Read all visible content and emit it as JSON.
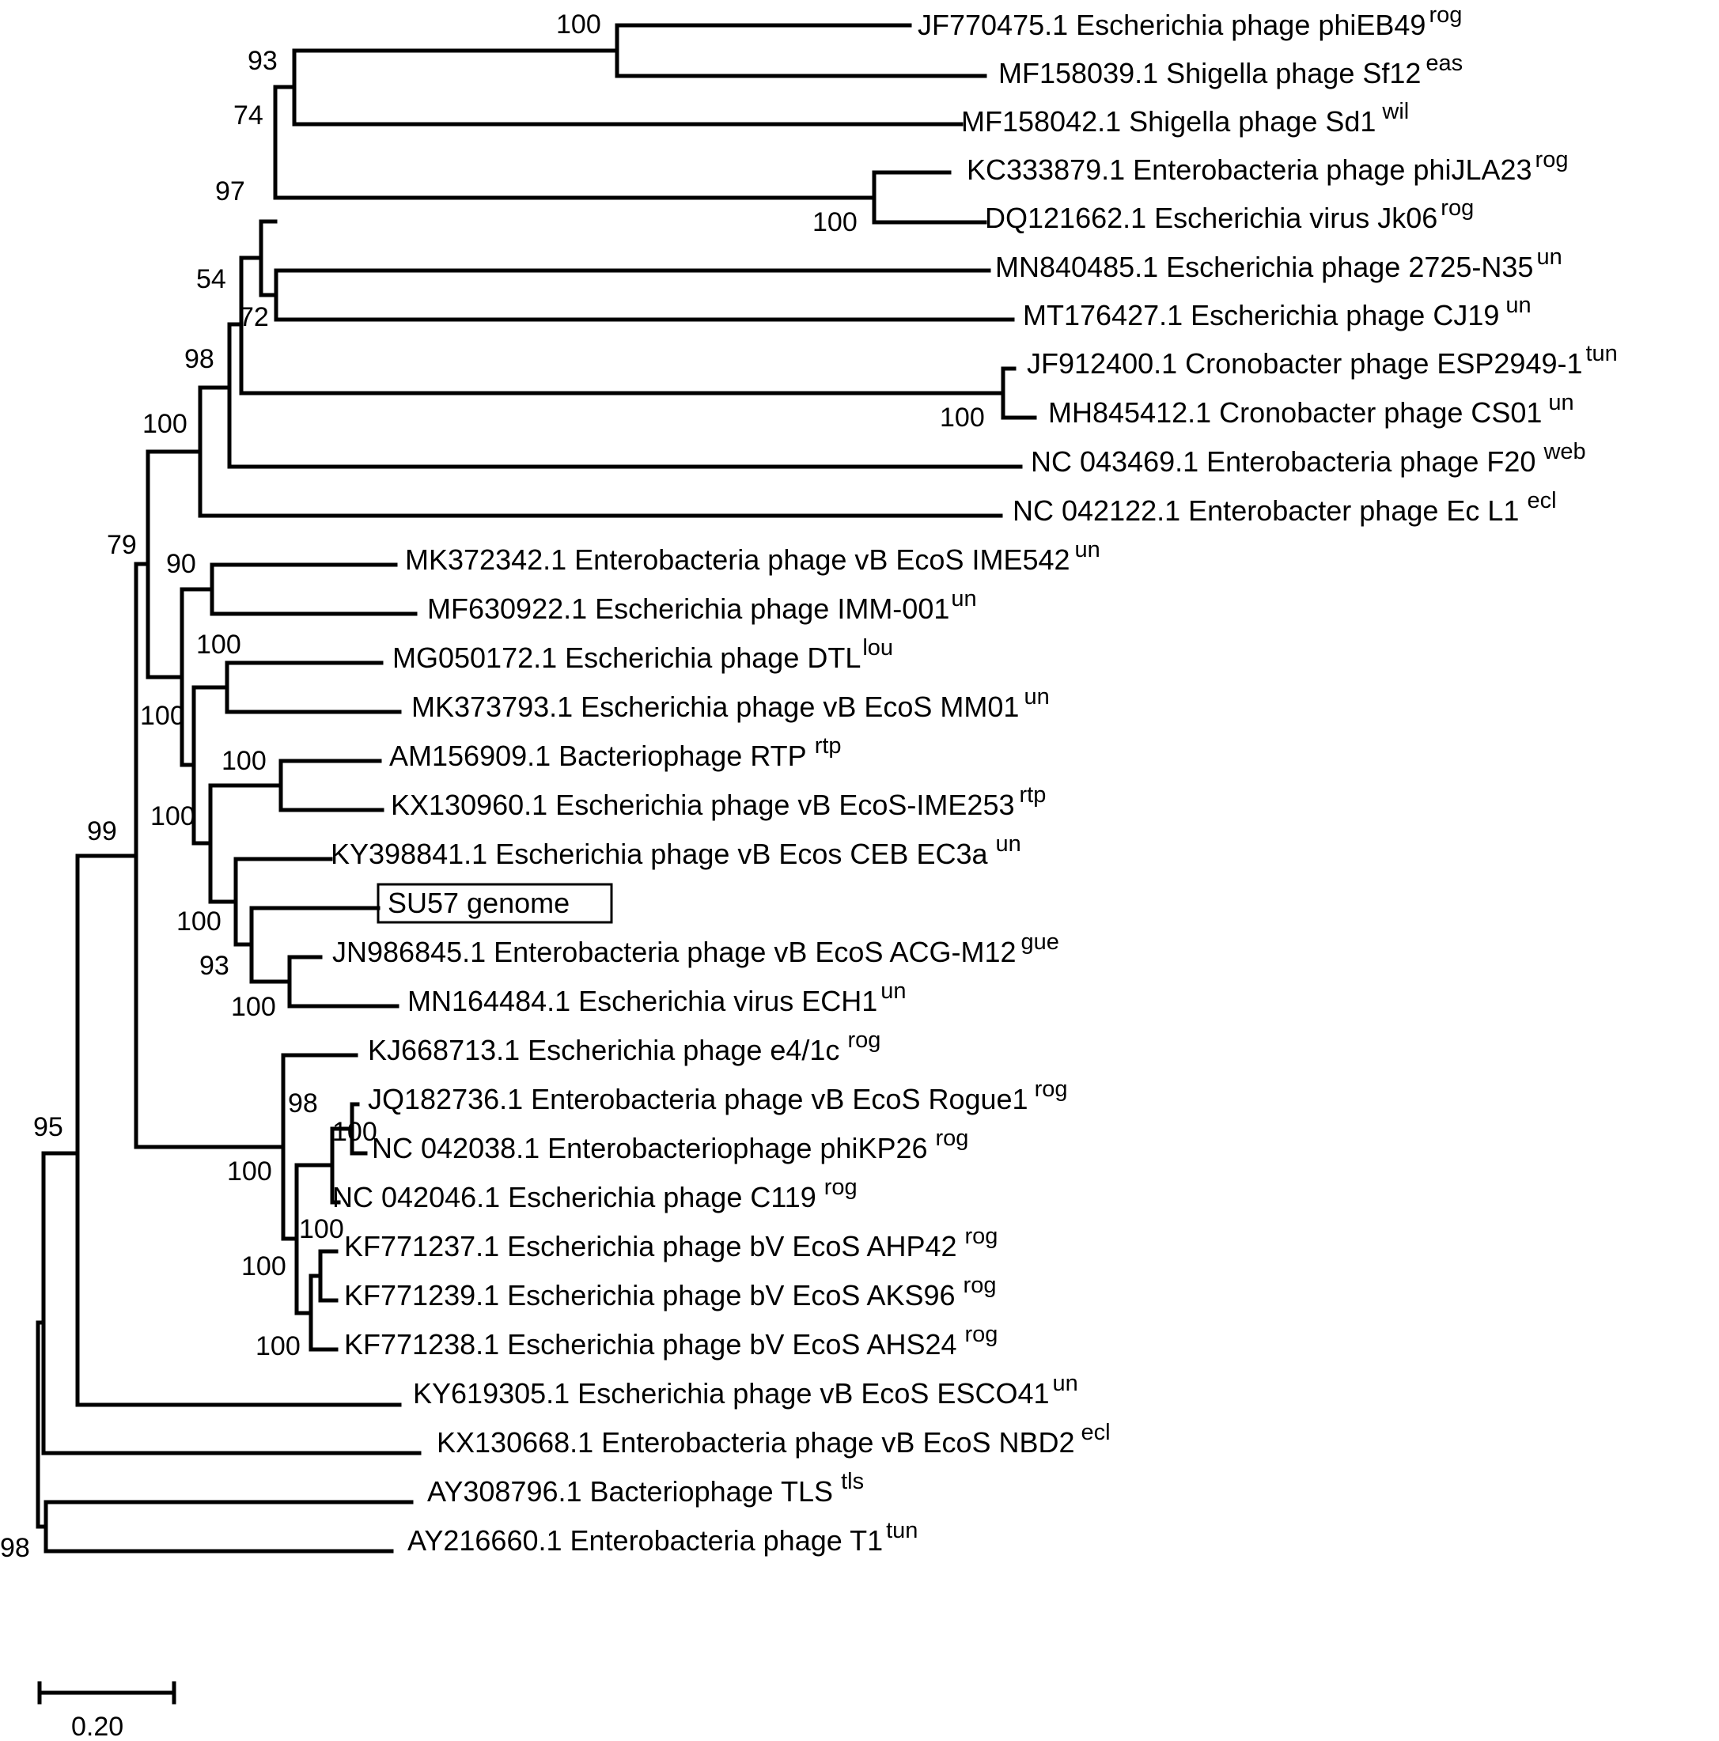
{
  "tree": {
    "scale_bar": {
      "label": "0.20"
    },
    "leaves": [
      {
        "name": "JF770475.1 Escherichia phage phiEB49",
        "tag": "rog"
      },
      {
        "name": "MF158039.1 Shigella phage Sf12",
        "tag": "eas"
      },
      {
        "name": "MF158042.1 Shigella phage Sd1",
        "tag": "wil"
      },
      {
        "name": "KC333879.1 Enterobacteria phage phiJLA23",
        "tag": "rog"
      },
      {
        "name": "DQ121662.1 Escherichia virus Jk06",
        "tag": "rog"
      },
      {
        "name": "MN840485.1 Escherichia phage 2725-N35",
        "tag": "un"
      },
      {
        "name": "MT176427.1 Escherichia phage CJ19",
        "tag": "un"
      },
      {
        "name": "JF912400.1 Cronobacter phage ESP2949-1",
        "tag": "tun"
      },
      {
        "name": "MH845412.1 Cronobacter phage CS01",
        "tag": "un"
      },
      {
        "name": "NC 043469.1 Enterobacteria phage F20",
        "tag": "web"
      },
      {
        "name": "NC 042122.1 Enterobacter phage Ec L1",
        "tag": "ecl"
      },
      {
        "name": "MK372342.1 Enterobacteria phage vB EcoS IME542",
        "tag": "un"
      },
      {
        "name": "MF630922.1 Escherichia phage IMM-001",
        "tag": "un"
      },
      {
        "name": "MG050172.1 Escherichia phage DTL",
        "tag": "lou"
      },
      {
        "name": "MK373793.1 Escherichia phage vB EcoS MM01",
        "tag": "un"
      },
      {
        "name": "AM156909.1 Bacteriophage RTP",
        "tag": "rtp"
      },
      {
        "name": "KX130960.1 Escherichia phage vB EcoS-IME253",
        "tag": "rtp"
      },
      {
        "name": "KY398841.1 Escherichia phage vB Ecos CEB EC3a",
        "tag": "un"
      },
      {
        "name": "SU57 genome",
        "tag": ""
      },
      {
        "name": "JN986845.1 Enterobacteria phage vB EcoS ACG-M12",
        "tag": "gue"
      },
      {
        "name": "MN164484.1 Escherichia virus ECH1",
        "tag": "un"
      },
      {
        "name": "KJ668713.1 Escherichia phage e4/1c",
        "tag": "rog"
      },
      {
        "name": "JQ182736.1 Enterobacteria phage vB EcoS Rogue1",
        "tag": "rog"
      },
      {
        "name": "NC 042038.1 Enterobacteriophage phiKP26",
        "tag": "rog"
      },
      {
        "name": "NC 042046.1 Escherichia phage C119",
        "tag": "rog"
      },
      {
        "name": "KF771237.1 Escherichia phage bV EcoS AHP42",
        "tag": "rog"
      },
      {
        "name": "KF771239.1 Escherichia phage bV EcoS AKS96",
        "tag": "rog"
      },
      {
        "name": "KF771238.1 Escherichia phage bV EcoS AHS24",
        "tag": "rog"
      },
      {
        "name": "KY619305.1 Escherichia phage vB EcoS ESCO41",
        "tag": "un"
      },
      {
        "name": "KX130668.1 Enterobacteria phage vB EcoS NBD2",
        "tag": "ecl"
      },
      {
        "name": "AY308796.1 Bacteriophage TLS",
        "tag": "tls"
      },
      {
        "name": "AY216660.1 Enterobacteria phage T1",
        "tag": "tun"
      }
    ],
    "bootstraps": [
      "100",
      "93",
      "74",
      "97",
      "100",
      "54",
      "72",
      "98",
      "100",
      "100",
      "79",
      "90",
      "100",
      "100",
      "100",
      "100",
      "100",
      "93",
      "100",
      "99",
      "98",
      "100",
      "100",
      "100",
      "100",
      "100",
      "95",
      "98"
    ]
  }
}
